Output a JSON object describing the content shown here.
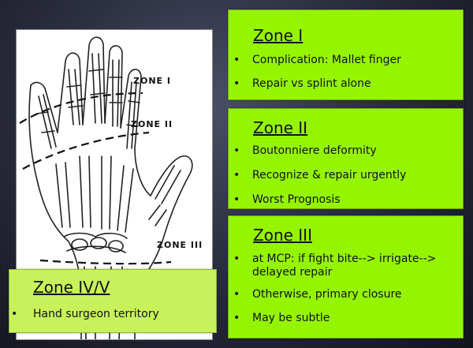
{
  "figure": {
    "zone_labels": [
      "ZONE I",
      "ZONE II",
      "ZONE III"
    ]
  },
  "zone1": {
    "title": "Zone I",
    "items": [
      "Complication: Mallet finger",
      "Repair vs splint alone"
    ]
  },
  "zone2": {
    "title": "Zone II",
    "items": [
      "Boutonniere deformity",
      "Recognize & repair urgently",
      "Worst Prognosis"
    ]
  },
  "zone3": {
    "title": "Zone III",
    "items": [
      "at MCP: if fight bite-->  irrigate--> delayed repair",
      "Otherwise, primary closure",
      "May be subtle"
    ]
  },
  "zone45": {
    "title": "Zone IV/V",
    "items": [
      "Hand surgeon territory"
    ]
  },
  "colors": {
    "box": "#95f500",
    "background": "#2b2e3f"
  }
}
